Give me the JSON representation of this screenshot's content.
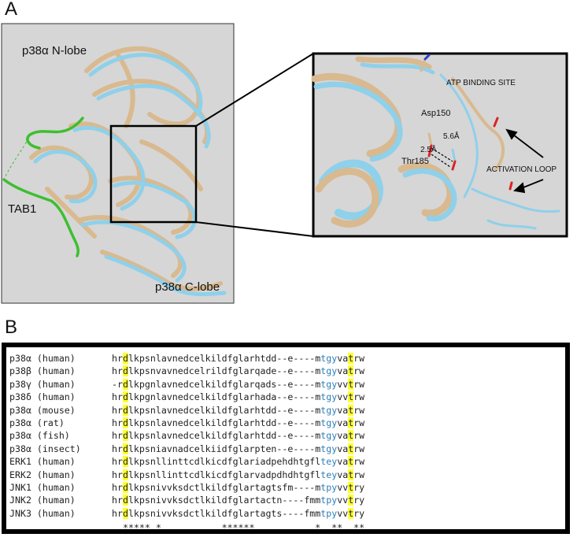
{
  "figure": {
    "panel_a": {
      "letter": "A",
      "labels": {
        "n_lobe": "p38α N-lobe",
        "c_lobe": "p38α C-lobe",
        "tab1": "TAB1",
        "atp_site": "ATP BINDING SITE",
        "asp": "Asp150",
        "thr": "Thr185",
        "dist_long": "5.6Å",
        "dist_short": "2.5Å",
        "activation_loop": "ACTIVATION LOOP"
      },
      "colors": {
        "background": "#d6d6d6",
        "tan_ribbon": "#d9b98f",
        "blue_ribbon": "#8fd0ea",
        "tab1_ribbon": "#3dbf2f"
      }
    },
    "panel_b": {
      "letter": "B",
      "rows": [
        {
          "name": "p38α (human)",
          "pre": "hr",
          "hl1": "d",
          "mid": "lkpsnlavnedcelkildfglarhtdd--e----m",
          "blue": "tgy",
          "mid2": "va",
          "hl2": "t",
          "post": "rw"
        },
        {
          "name": "p38β (human)",
          "pre": "hr",
          "hl1": "d",
          "mid": "lkpsnvavnedcelrildfglarqade--e----m",
          "blue": "tgy",
          "mid2": "va",
          "hl2": "t",
          "post": "rw"
        },
        {
          "name": "p38γ (human)",
          "pre": "-r",
          "hl1": "d",
          "mid": "lkpgnlavnedcelkildfglarqads--e----m",
          "blue": "tgy",
          "mid2": "vv",
          "hl2": "t",
          "post": "rw"
        },
        {
          "name": "p38δ (human)",
          "pre": "hr",
          "hl1": "d",
          "mid": "lkpgnlavnedcelkildfglarhada--e----m",
          "blue": "tgy",
          "mid2": "vv",
          "hl2": "t",
          "post": "rw"
        },
        {
          "name": "p38α (mouse)",
          "pre": "hr",
          "hl1": "d",
          "mid": "lkpsnlavnedcelkildfglarhtdd--e----m",
          "blue": "tgy",
          "mid2": "va",
          "hl2": "t",
          "post": "rw"
        },
        {
          "name": "p38α (rat)",
          "pre": "hr",
          "hl1": "d",
          "mid": "lkpsnlavnedcelkildfglarhtdd--e----m",
          "blue": "tgy",
          "mid2": "va",
          "hl2": "t",
          "post": "rw"
        },
        {
          "name": "p38α (fish)",
          "pre": "hr",
          "hl1": "d",
          "mid": "lkpsnlavnedcelkildfglarhtdd--e----m",
          "blue": "tgy",
          "mid2": "va",
          "hl2": "t",
          "post": "rw"
        },
        {
          "name": "p38α (insect)",
          "pre": "hr",
          "hl1": "d",
          "mid": "lkpsniavnadcelkiidfglarpten--e----m",
          "blue": "tgy",
          "mid2": "va",
          "hl2": "t",
          "post": "rw"
        },
        {
          "name": "ERK1 (human)",
          "pre": "hr",
          "hl1": "d",
          "mid": "lkpsnllinttcdlkicdfglariadpehdhtgfl",
          "blue": "tey",
          "mid2": "va",
          "hl2": "t",
          "post": "rw"
        },
        {
          "name": "ERK2 (human)",
          "pre": "hr",
          "hl1": "d",
          "mid": "lkpsnllinttcdlkicdfglarvadpdhdhtgfl",
          "blue": "tey",
          "mid2": "va",
          "hl2": "t",
          "post": "rw"
        },
        {
          "name": "JNK1 (human)",
          "pre": "hr",
          "hl1": "d",
          "mid": "lkpsnivvksdctlkildfglartagtsfm----m",
          "blue": "tpy",
          "mid2": "vv",
          "hl2": "t",
          "post": "ry"
        },
        {
          "name": "JNK2 (human)",
          "pre": "hr",
          "hl1": "d",
          "mid": "lkpsnivvksdctlkildfglartactn----fmm",
          "blue": "tpy",
          "mid2": "vv",
          "hl2": "t",
          "post": "ry"
        },
        {
          "name": "JNK3 (human)",
          "pre": "hr",
          "hl1": "d",
          "mid": "lkpsnivvksdctlkildfglartagts----fmm",
          "blue": "tpy",
          "mid2": "vv",
          "hl2": "t",
          "post": "ry"
        }
      ],
      "conservation": "  ***** *           ******           *  **  **",
      "colors": {
        "highlight": "#ffff2e",
        "phospho_motif": "#2e7fb8"
      }
    }
  }
}
